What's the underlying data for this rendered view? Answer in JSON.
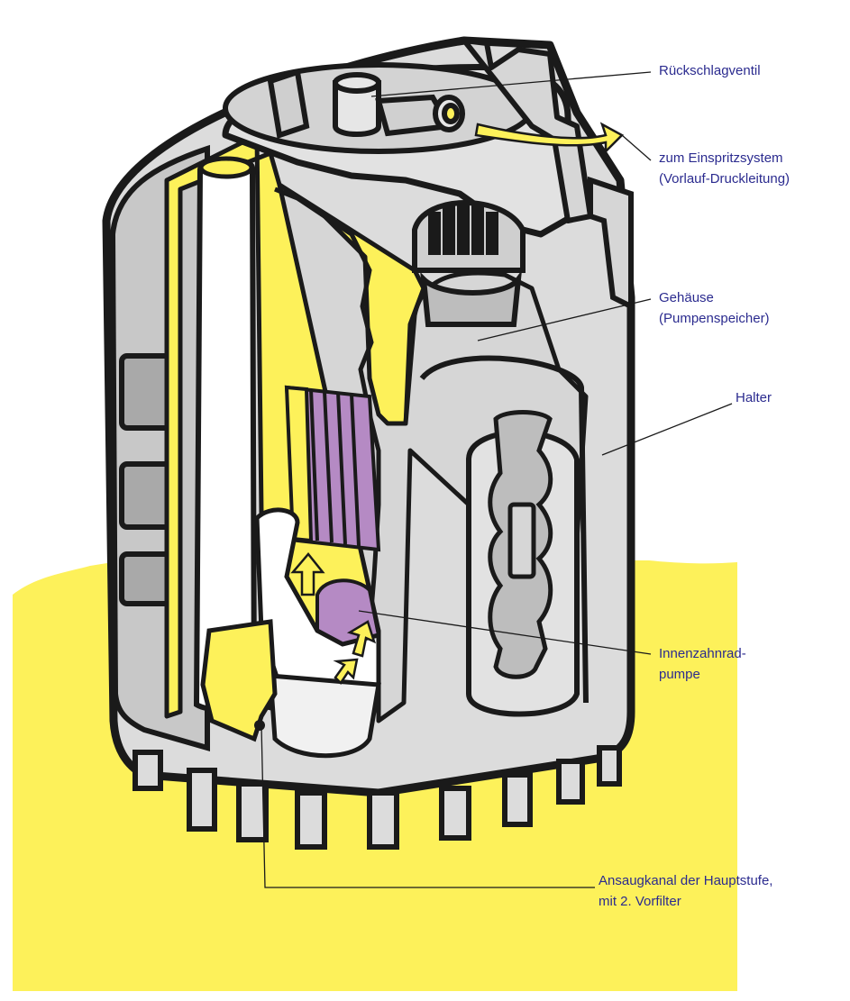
{
  "labels": {
    "rueckschlagventil": [
      "Rückschlagventil"
    ],
    "einspritzsystem": [
      "zum Einspritzsystem",
      "(Vorlauf-Druckleitung)"
    ],
    "gehaeuse": [
      "Gehäuse",
      "(Pumpenspeicher)"
    ],
    "halter": [
      "Halter"
    ],
    "innenzahnradpumpe": [
      "Innenzahnrad-",
      "pumpe"
    ],
    "ansaugkanal": [
      "Ansaugkanal der Hauptstufe,",
      "mit 2. Vorfilter"
    ]
  },
  "colors": {
    "fuel": "#fdf15a",
    "housing": "#dcdcdc",
    "housing_dark": "#b5b5b5",
    "outline": "#1a1a1a",
    "rotor": "#b58ac4",
    "label_text": "#2b2b8f",
    "background": "#ffffff"
  },
  "icons": {
    "flow_arrow": "curved-arrow-icon"
  }
}
